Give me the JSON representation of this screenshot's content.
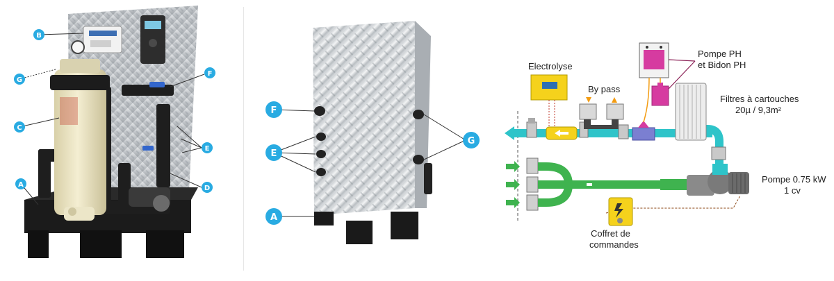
{
  "photo_left": {
    "callouts": [
      "A",
      "B",
      "C",
      "D",
      "E",
      "F",
      "G"
    ]
  },
  "photo_middle": {
    "callouts": [
      "A",
      "E",
      "F",
      "G"
    ]
  },
  "schematic": {
    "electrolyse": "Electrolyse",
    "bypass": "By pass",
    "pompe_ph_line1": "Pompe PH",
    "pompe_ph_line2": "et Bidon PH",
    "filtres_line1": "Filtres à cartouches",
    "filtres_line2": "20µ / 9,3m²",
    "pompe_line1": "Pompe 0.75 kW",
    "pompe_line2": "1 cv",
    "coffret_line1": "Coffret de",
    "coffret_line2": "commandes"
  },
  "colors": {
    "badge": "#29abe2",
    "pipe_blue": "#2ec4c9",
    "pipe_green": "#3fb34f",
    "magenta": "#d63ba0",
    "yellow": "#f5d21c",
    "pump_gray": "#6b6b6b"
  }
}
